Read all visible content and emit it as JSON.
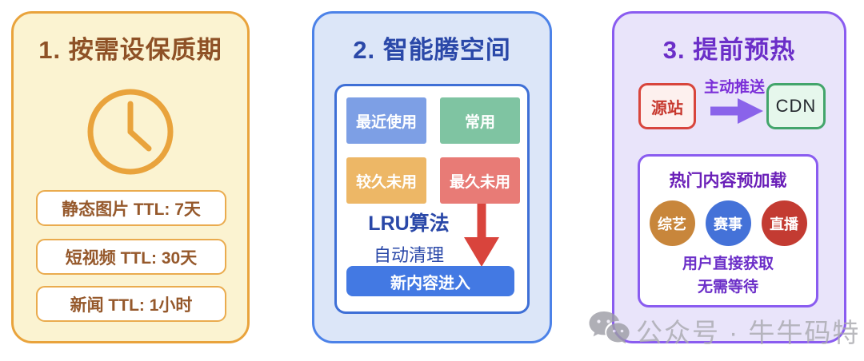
{
  "panel1": {
    "title": "1. 按需设保质期",
    "title_color": "#8E5126",
    "accent_color": "#E9A33C",
    "icon": "clock-icon",
    "ttl_items": [
      "静态图片 TTL: 7天",
      "短视频 TTL: 30天",
      "新闻 TTL: 1小时"
    ]
  },
  "panel2": {
    "title": "2. 智能腾空间",
    "title_color": "#2A48A8",
    "border_color": "#4C82E8",
    "blocks": [
      {
        "label": "最近使用",
        "color": "#7D9FE5"
      },
      {
        "label": "常用",
        "color": "#7FC4A2"
      },
      {
        "label": "较久未用",
        "color": "#EDB766"
      },
      {
        "label": "最久未用",
        "color": "#E87B76"
      }
    ],
    "algorithm": "LRU算法",
    "algorithm_action": "自动清理",
    "evict_arrow_color": "#D9443C",
    "new_content_bar": {
      "label": "新内容进入",
      "color": "#4379E3"
    }
  },
  "panel3": {
    "title": "3. 提前预热",
    "title_color": "#6B2EC8",
    "border_color": "#8A5CF0",
    "origin": {
      "label": "源站",
      "border_color": "#D8453C"
    },
    "push_label": "主动推送",
    "push_arrow_color": "#8A63EA",
    "cdn": {
      "label": "CDN",
      "border_color": "#43A56B"
    },
    "preload": {
      "title": "热门内容预加载",
      "circles": [
        {
          "label": "综艺",
          "color": "#C8863B"
        },
        {
          "label": "赛事",
          "color": "#4472D8"
        },
        {
          "label": "直播",
          "color": "#C33B32"
        }
      ],
      "benefit_line1": "用户直接获取",
      "benefit_line2": "无需等待"
    }
  },
  "watermark": {
    "icon": "wechat-icon",
    "text": "公众号 · 牛牛码特"
  }
}
